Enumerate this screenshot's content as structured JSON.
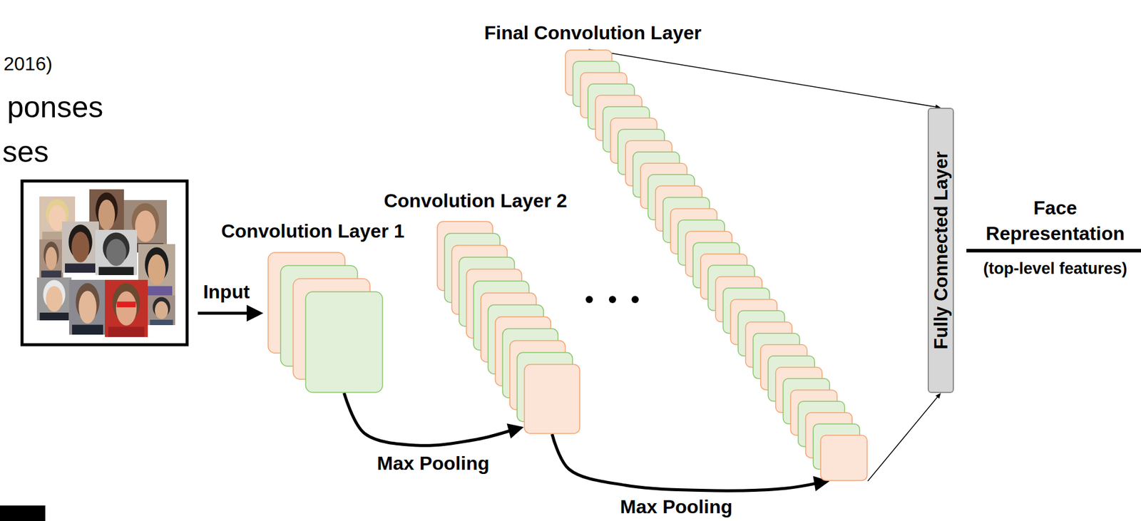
{
  "diagram": {
    "nodes": [
      {
        "text": [
          "Convolution Layer 1"
        ]
      },
      {
        "text": [
          "Convolution Layer 2"
        ]
      },
      {
        "text": [
          "Final Convolution Layer"
        ]
      },
      {
        "text": [
          "Fully Connected Layer"
        ]
      }
    ],
    "edges": [
      {
        "from": 0,
        "to": 1,
        "label": "Max Pooling",
        "arrow": "to"
      },
      {
        "from": 1,
        "to": 2,
        "label": "Max Pooling",
        "arrow": "to"
      },
      {
        "from": 2,
        "to": 3,
        "arrow": "to"
      },
      {
        "from": 2,
        "to": 3,
        "arrow": "to"
      }
    ],
    "labels": [
      "2016)",
      "ponses",
      "ses",
      "Input",
      "Face Representation",
      "(top-level features)"
    ]
  }
}
